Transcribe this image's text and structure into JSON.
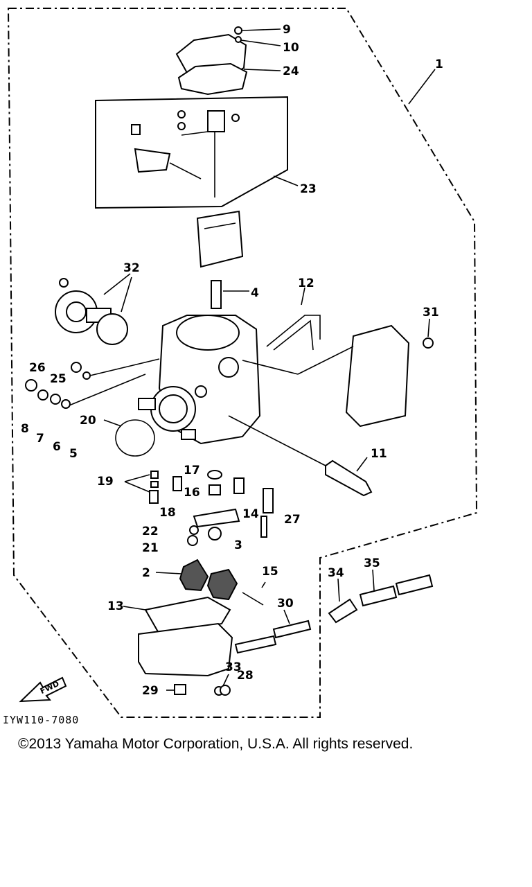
{
  "diagram": {
    "callouts": [
      "1",
      "2",
      "3",
      "4",
      "5",
      "6",
      "7",
      "8",
      "9",
      "10",
      "11",
      "12",
      "13",
      "14",
      "15",
      "16",
      "17",
      "18",
      "19",
      "20",
      "21",
      "22",
      "23",
      "24",
      "25",
      "26",
      "27",
      "28",
      "29",
      "30",
      "31",
      "32",
      "33",
      "34",
      "35"
    ],
    "fwd_label": "FWD",
    "drawing_code": "IYW110-7080"
  },
  "footer": {
    "copyright": "©2013 Yamaha Motor Corporation, U.S.A. All rights reserved."
  }
}
